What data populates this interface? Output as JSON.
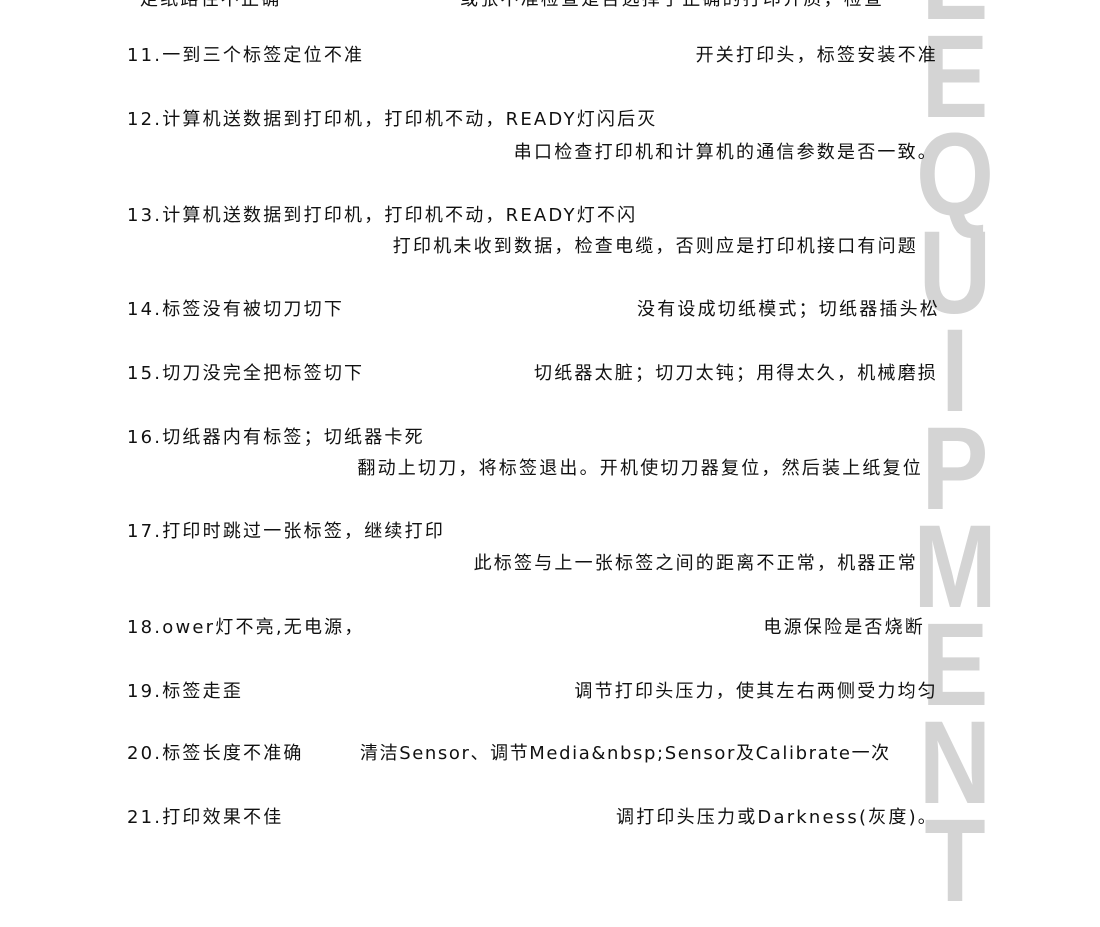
{
  "watermark": "EQUIPMENT",
  "top_partial": {
    "left": "走纸路径不正确",
    "right": "或张不准检查是否选择了正确的打印介质，检查"
  },
  "items": [
    {
      "num": "11.",
      "issue": "一到三个标签定位不准",
      "solution": "开关打印头，标签安装不准"
    },
    {
      "num": "12.",
      "issue": "计算机送数据到打印机，打印机不动，READY灯闪后灭",
      "solution": "串口检查打印机和计算机的通信参数是否一致。"
    },
    {
      "num": "13.",
      "issue": "计算机送数据到打印机，打印机不动，READY灯不闪",
      "solution": "打印机未收到数据，检查电缆，否则应是打印机接口有问题"
    },
    {
      "num": "14.",
      "issue": "标签没有被切刀切下",
      "solution": "没有设成切纸模式；切纸器插头松"
    },
    {
      "num": "15.",
      "issue": "切刀没完全把标签切下",
      "solution": "切纸器太脏；切刀太钝；用得太久，机械磨损"
    },
    {
      "num": "16.",
      "issue": "切纸器内有标签；切纸器卡死",
      "solution": "翻动上切刀，将标签退出。开机使切刀器复位，然后装上纸复位"
    },
    {
      "num": "17.",
      "issue": "打印时跳过一张标签，继续打印",
      "solution": "此标签与上一张标签之间的距离不正常，机器正常"
    },
    {
      "num": "18.",
      "issue": "ower灯不亮,无电源，",
      "solution": "电源保险是否烧断"
    },
    {
      "num": "19.",
      "issue": "标签走歪",
      "solution": "调节打印头压力，使其左右两侧受力均匀"
    },
    {
      "num": "20.",
      "issue": "标签长度不准确",
      "solution": "清洁Sensor、调节Media&nbsp;Sensor及Calibrate一次"
    },
    {
      "num": "21.",
      "issue": "打印效果不佳",
      "solution": "调打印头压力或Darkness(灰度)。"
    }
  ]
}
